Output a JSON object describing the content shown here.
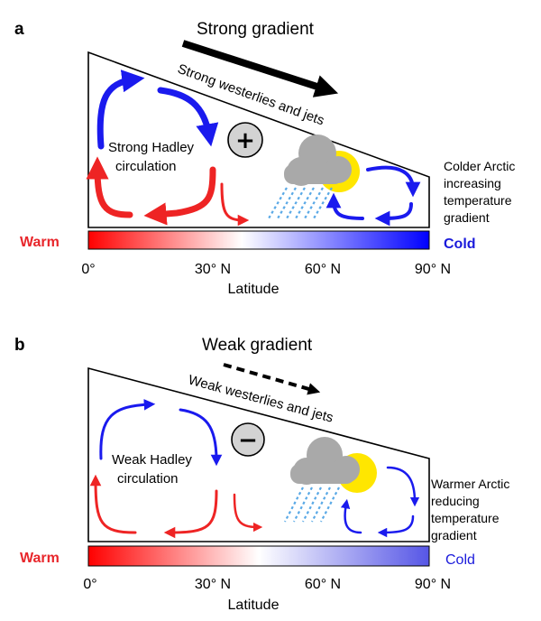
{
  "panel_a": {
    "letter": "a",
    "gradient_title": "Strong gradient",
    "jets_label": "Strong westerlies and jets",
    "hadley_label_line1": "Strong Hadley",
    "hadley_label_line2": "circulation",
    "sign": "+",
    "arctic_note": [
      "Colder Arctic",
      "increasing",
      "temperature",
      "gradient"
    ],
    "warm_label": "Warm",
    "cold_label": "Cold",
    "ticks": [
      "0°",
      "30° N",
      "60° N",
      "90° N"
    ],
    "axis_label": "Latitude"
  },
  "panel_b": {
    "letter": "b",
    "gradient_title": "Weak gradient",
    "jets_label": "Weak westerlies and jets",
    "hadley_label_line1": "Weak Hadley",
    "hadley_label_line2": "circulation",
    "sign": "−",
    "arctic_note": [
      "Warmer Arctic",
      "reducing",
      "temperature",
      "gradient"
    ],
    "warm_label": "Warm",
    "cold_label": "Cold",
    "ticks": [
      "0°",
      "30° N",
      "60° N",
      "90° N"
    ],
    "axis_label": "Latitude"
  },
  "colors": {
    "warm": "#e8262b",
    "cold": "#1a1adb",
    "circulation_red": "#ee2424",
    "circulation_blue": "#1a1aee",
    "cloud": "#a9a9a9",
    "sun": "#ffe600",
    "rain": "#5aa9e6",
    "sign_bubble": "#d3d3d3"
  }
}
